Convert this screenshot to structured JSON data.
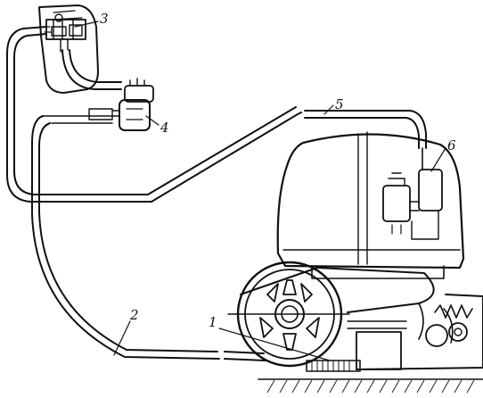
{
  "figure": {
    "callouts": [
      {
        "id": "label-1",
        "text": "1"
      },
      {
        "id": "label-2",
        "text": "2"
      },
      {
        "id": "label-3",
        "text": "3"
      },
      {
        "id": "label-4",
        "text": "4"
      },
      {
        "id": "label-5",
        "text": "5"
      },
      {
        "id": "label-6",
        "text": "6"
      }
    ]
  }
}
